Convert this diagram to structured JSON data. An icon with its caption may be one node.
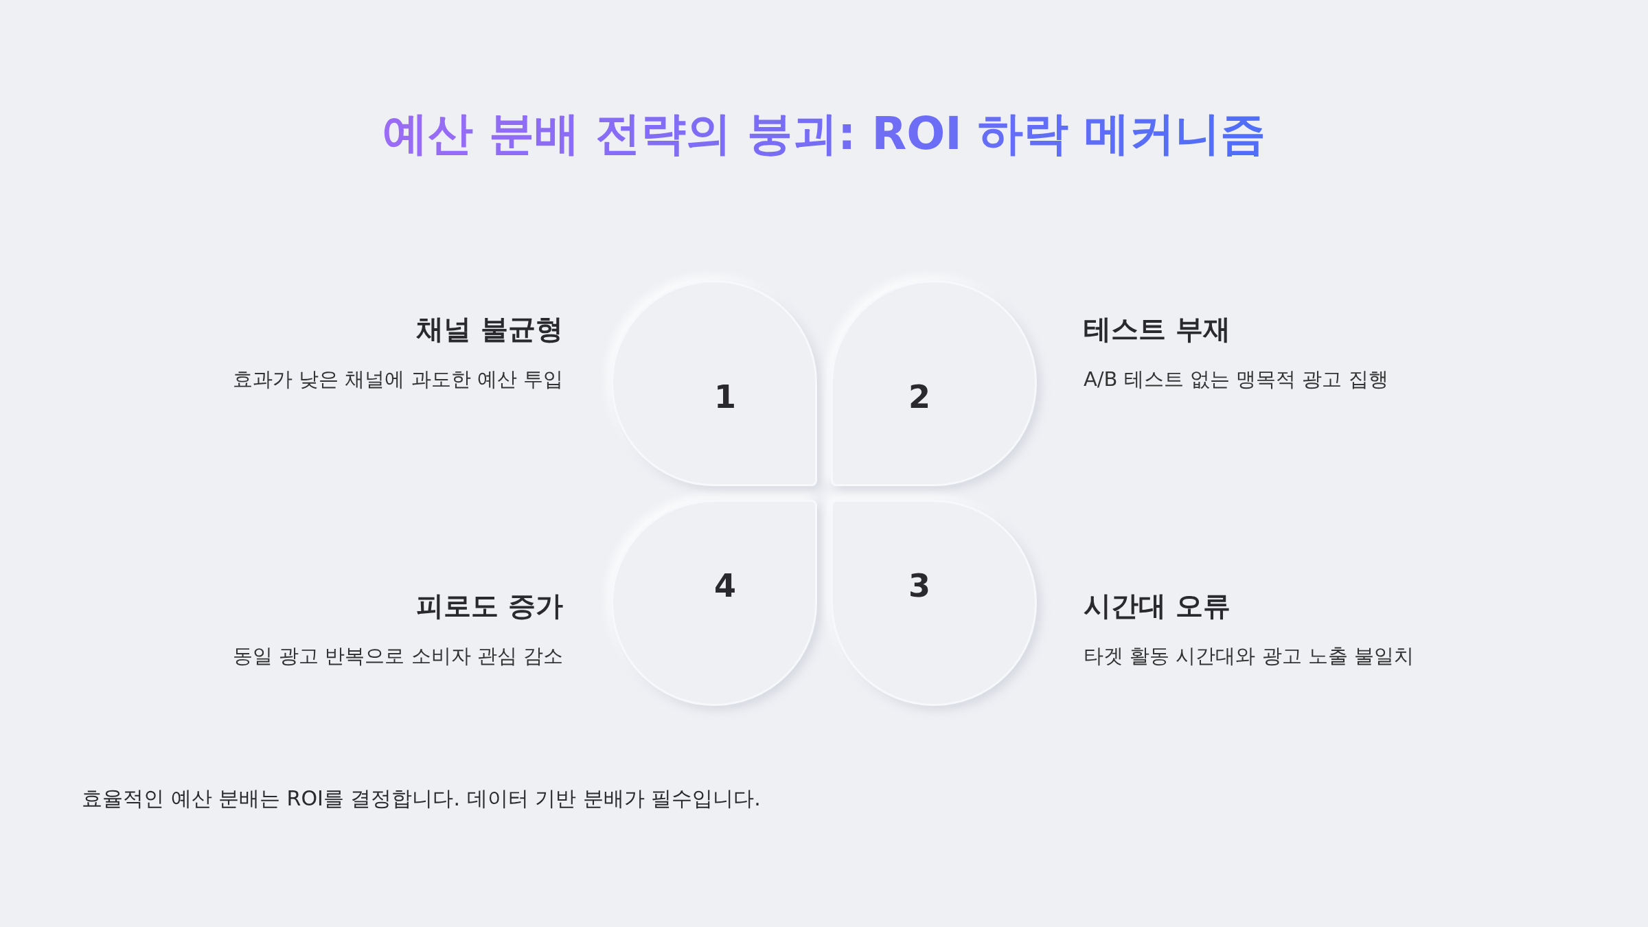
{
  "diagram": {
    "title": "예산 분배 전략의 붕괴: ROI 하락 메커니즘",
    "nodes": [
      {
        "text": [
          "1"
        ],
        "beside": [
          "채널 불균형",
          "효과가 낮은 채널에 과도한 예산 투입"
        ]
      },
      {
        "text": [
          "2"
        ],
        "beside": [
          "테스트 부재",
          "A/B 테스트 없는 맹목적 광고 집행"
        ]
      },
      {
        "text": [
          "4"
        ],
        "beside": [
          "피로도 증가",
          "동일 광고 반복으로 소비자 관심 감소"
        ]
      },
      {
        "text": [
          "3"
        ],
        "beside": [
          "시간대 오류",
          "타겟 활동 시간대와 광고 노출 불일치"
        ]
      }
    ],
    "caption": "효율적인 예산 분배는 ROI를 결정합니다. 데이터 기반 분배가 필수입니다."
  }
}
